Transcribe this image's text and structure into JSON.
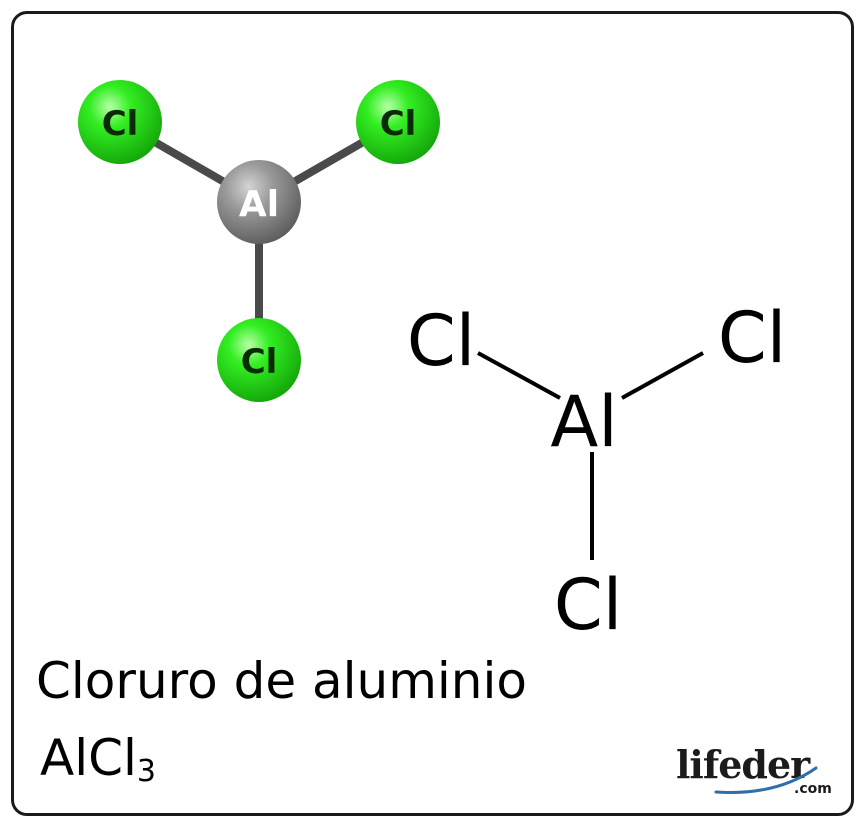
{
  "ball_model": {
    "central_atom": {
      "label": "Al",
      "color": "#8e8e8e"
    },
    "outer_atoms": [
      {
        "label": "Cl",
        "color": "#22dd11"
      },
      {
        "label": "Cl",
        "color": "#22dd11"
      },
      {
        "label": "Cl",
        "color": "#22dd11"
      }
    ],
    "bond_color": "#4a4a4a"
  },
  "structural_formula": {
    "central_atom": "Al",
    "outer_atoms": [
      "Cl",
      "Cl",
      "Cl"
    ]
  },
  "caption": {
    "name": "Cloruro de aluminio",
    "formula_main": "AlCl",
    "formula_subscript": "3"
  },
  "logo": {
    "brand": "lifeder",
    "suffix": ".com",
    "swoosh_color": "#2f6fa8"
  }
}
